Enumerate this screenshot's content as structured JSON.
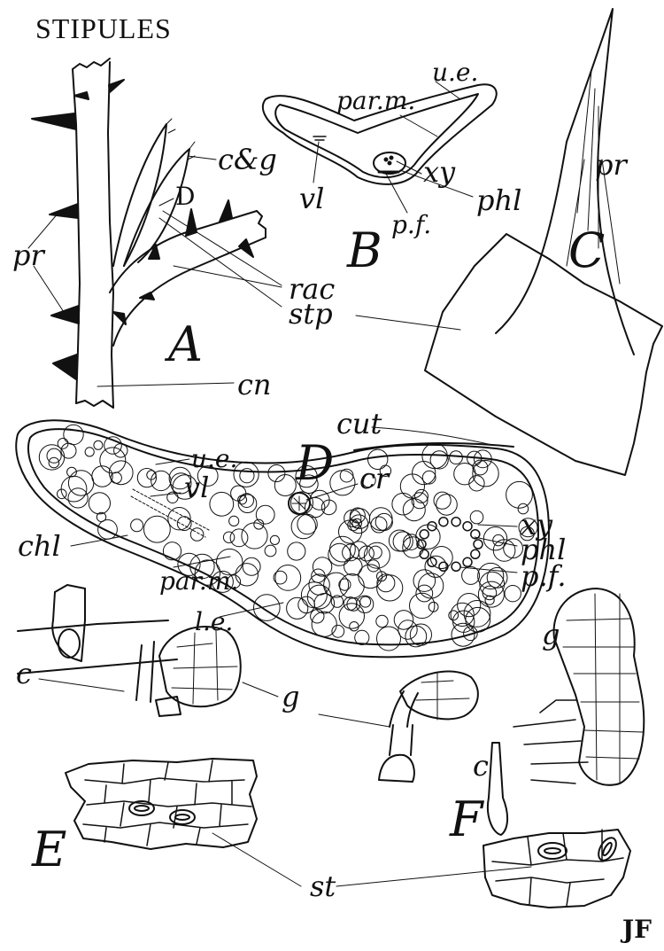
{
  "title": "STIPULES",
  "monogram": "JF",
  "figures": {
    "A": "A",
    "B": "B",
    "C": "C",
    "D": "D",
    "E": "E",
    "F": "F"
  },
  "labels": {
    "a_pr": "pr",
    "a_cg": "c&g",
    "a_D": "D",
    "a_rac": "rac",
    "a_stp": "stp",
    "a_cn": "cn",
    "b_ue": "u.e.",
    "b_parm": "par.m.",
    "b_vl": "vl",
    "b_xy": "xy",
    "b_phl": "phl",
    "b_pf": "p.f.",
    "c_pr": "pr",
    "d_cut": "cut",
    "d_ue": "u.e.",
    "d_vl": "vl",
    "d_cr": "cr",
    "d_chl": "chl",
    "d_xy": "xy",
    "d_phl": "phl",
    "d_pf": "p.f.",
    "d_parm": "par.m.",
    "d_le": "l.e.",
    "g_c": "c",
    "g_g1": "g",
    "g_g2": "g",
    "g_c2": "c",
    "e_st": "st"
  },
  "colors": {
    "ink": "#111111",
    "paper": "#ffffff"
  }
}
